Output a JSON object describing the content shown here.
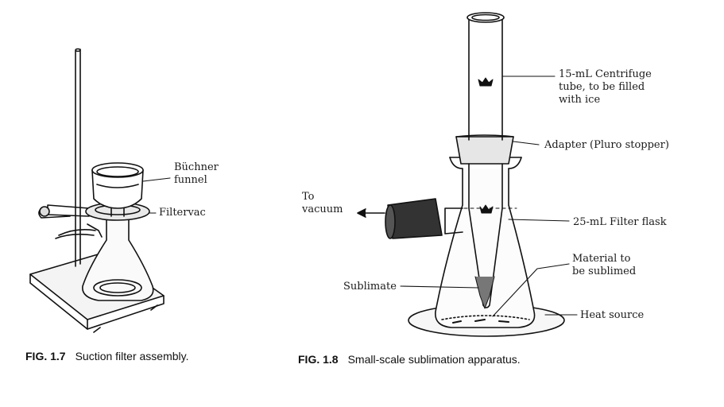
{
  "fig7": {
    "labels": {
      "buchner": [
        "Büchner",
        "funnel"
      ],
      "filtervac": "Filtervac"
    },
    "caption_num": "FIG. 1.7",
    "caption_text": "Suction filter assembly."
  },
  "fig8": {
    "labels": {
      "centrifuge": [
        "15-mL Centrifuge",
        "tube, to be filled",
        "with ice"
      ],
      "adapter": "Adapter (Pluro stopper)",
      "to_vacuum": [
        "To",
        "vacuum"
      ],
      "filter_flask": "25-mL Filter flask",
      "material": [
        "Material to",
        "be sublimed"
      ],
      "sublimate": "Sublimate",
      "heat_source": "Heat source"
    },
    "caption_num": "FIG. 1.8",
    "caption_text": "Small-scale sublimation apparatus."
  }
}
